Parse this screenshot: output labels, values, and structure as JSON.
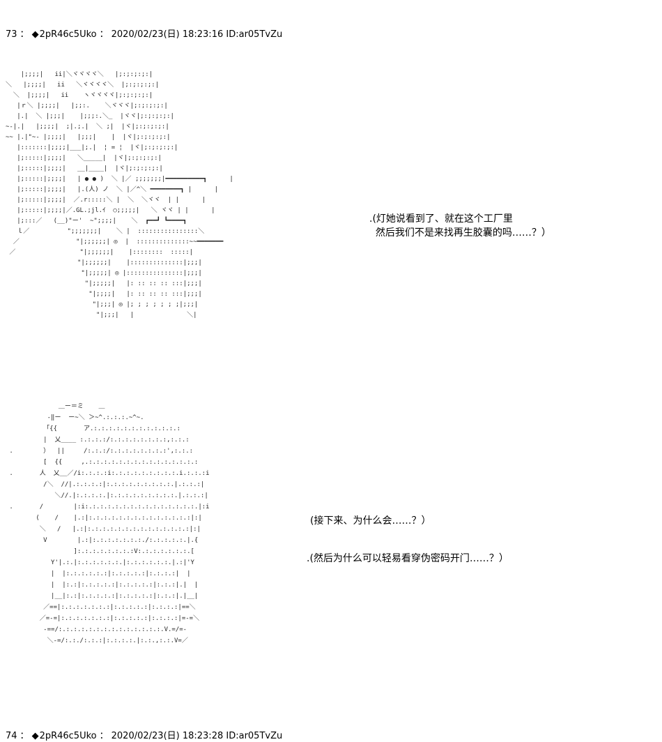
{
  "posts": [
    {
      "number": "73",
      "separator": "：",
      "diamond": "◆",
      "trip": "2pR46c5Uko",
      "separator2": "：",
      "datetime": "2020/02/23(日) 18:23:16",
      "id": "ID:ar05TvZu"
    },
    {
      "number": "74",
      "separator": "：",
      "diamond": "◆",
      "trip": "2pR46c5Uko",
      "separator2": "：",
      "datetime": "2020/02/23(日) 18:23:28",
      "id": "ID:ar05TvZu"
    }
  ],
  "dialogue": {
    "line1": ".(灯她说看到了、就在这个工厂里\n  然后我们不是来找再生胶囊的吗……？）",
    "line2": "(接下来、为什么会……？）",
    "line3": ".(然后为什么可以轻易看穿伪密码开门……？）"
  },
  "art": {
    "scene1": "    |;;;;|   ii|＼ヾヾヾヾ＼   |;:;:;:;:|\n＼   |;;;;|   ii   ＼ヾヾヾヾ＼  |;:;:;:;:|\n  ＼  |;;;;|   ii    ヽヾヾヾヾ|;:;:;:;:|\n   |ｒ＼ |;;;;|   |;;:.    ＼ヾヾヾ|;:;:;:;:|\n   |.|  ＼ |;;;|    |;;;:.＼_  |ヾヾ|;:;:;:;:|\n~-|.|   |;;;;|  ;|.;.|  ＼ ;|  |ヾ|;:;:;:;:|\n~~ |.|\"~- |;;;;|   |;;;|    |  |ヾ|;:;:;:;:|\n   |:::::::|;;;;|___|;.|  ¦ = ¦  |ヾ|;:;:;:;:|\n   |;:::::|;;;;|   ＼_____|  |ヾ|;:;:;:;:|\n   |;:::::|;;;;|   __|____|  |ヾ|;:;:;:;:|\n   |;:::::|;;;;|   | ● ● )  ＼ |／ ;;;;;;;|━━━━━━━━━━┓      |\n   |;:::::|;;;;|   |.(人) ノ  ＼ |／^＼ ━━━━━━━━┓ |      |\n   |;:::::|;;;;|  ／.r:::::＼ |  ＼  ＼ヾヾ  | |      |\n   |;:::::|;;;;|／.GL.;jl.ｲ  ○;;;;;|   ＼ ヾヾ | |      |\n   |;:::／   (__)\"ー'  ~\";;;;|    ＼  ┏━━┛ ┗━━━━┓\n   ｌ／          \";;;;;;;|    ＼ |  ::::::::::::::::＼\n  ／               \"|;;;;;;| ◎  |  ::::::::::::::~~━━━━━━━\n ／                 \"|;;;;;;|    |::::::::  :::::|   \n                   \"|;;;;;;|    |::::::::::::::|;;;|\n                    \"|;;;;;| ◎ |:::::::::::::::|;;;|\n                     \"|;;;;;|   |: :: :: :: :::|;;;|\n                      \"|;;;;|   |: :: :: :: :::|;;;|\n                       \"|;;;| ◎ |; ; ; ; ; ; ;|;;;|\n                        \"|;;;|   |              ＼|",
    "scene2": "              ＿ー＝ミ    ＿\n           -‖ー  ー~＼ ＞~^.:.:.:.~^~.\n          「{{       ア.:.:.:.:.:.:.:.:.:.:.:.:\n          |  乂____ :.:.:.:/:.:.:.:.:.:.:.:,:.:.:\n .        ）  ||     /:.:.:/:.:.:.:.:.:.:.:',:.:.:\n          [  {{     ,.:.:.:.:.:.:.:.:.:.:.:.:.:.:.:\n .       人  乂__／/i:.:.:.:i:.:.:.:.:.:.:.:.:.i.:.:.:i\n          /＼  //|.:.:.:.:|:.:.:.:.:.:.:.:.:.|.:.:.:|\n             ＼//.|:.:.:.:.|:.:.:.:.:.:.:.:.:.|.:.:.:|\n .       /        |:i:.:.:.:.:.:.:.:.:.:.:.:.:.:.:.|:i\n        (    /    |.:|:.:.:.:.:.:.:.:.:.:.:.:.:.:|:|\n         ＼   /   |.:|:.:.:.:.:.:.:.:.:.:.:.:.:.:|:|\n          V        |.:|:.:.:.:.:.:.:./:.:.:.:.:.|.{\n                  ]:.:.:.:.:.:.:.:V:.:.:.:.:.:.:.[\n            Y'|.:.|:.:.:.:.:.:.|:.:.:.:.:.:.|.:|'Y\n            |  |:.:.:.:.:.:|:.:.:.:.:|:.:.:.:|  |\n            |  |:.:|:.:.:.:.:|:.:.:.:.:|:.:.:|.|  |\n            |__|:.:|:.:.:.:.:|:.:.:.:.:|:.:.:|.|__|\n          ／==|:.:.:.:.:.:.:|:.:.:.:.:|:.:.:.:|==＼\n         ／=-=|:.:.:.:.:.:.:|:.:.:.:.:|:.:.:.:|=-=＼\n          -==/:.:.:.:.:.:.:.:.:.:.:.:.:.:.V.=/=-\n           ＼-=/:.:./:.:.:|:.:.:.:.|:.:.,:.:.V=／",
    "edge_dots": ". . . ."
  }
}
